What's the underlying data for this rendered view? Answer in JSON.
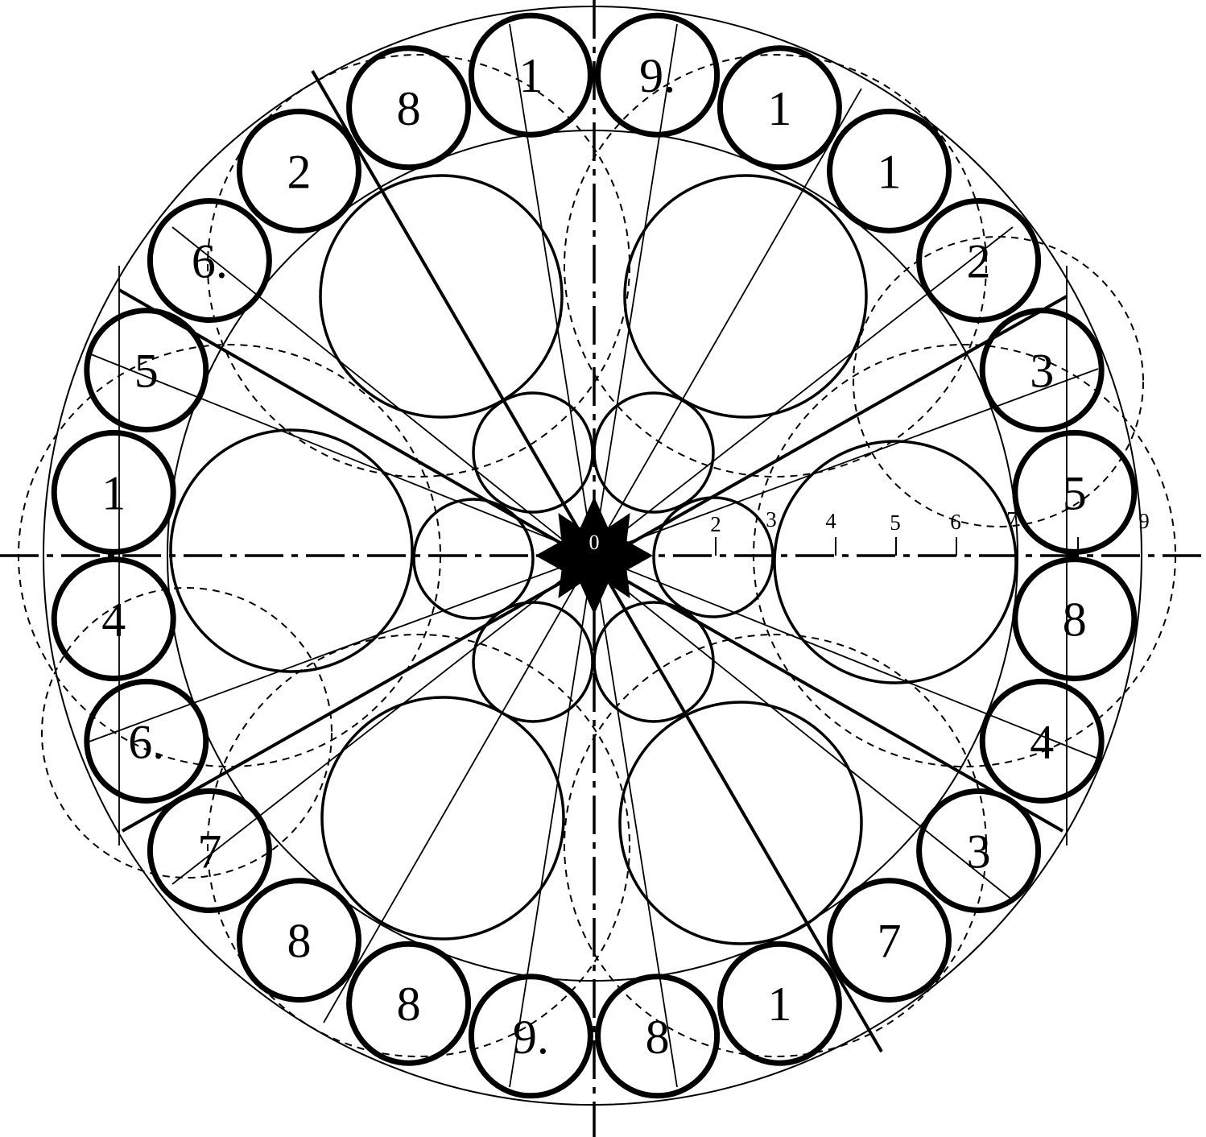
{
  "ring_numbers": [
    "9.",
    "1",
    "1",
    "2",
    "3",
    "5",
    "8",
    "4",
    "3",
    "7",
    "1",
    "8",
    "9.",
    "8",
    "8",
    "7",
    "6.",
    "4",
    "1",
    "5",
    "6.",
    "2",
    "8",
    "1"
  ],
  "scale_labels": [
    "2",
    "3",
    "4",
    "5",
    "6",
    "7",
    "9"
  ],
  "center_label": "0",
  "colors": {
    "stroke": "#000000",
    "background": "#ffffff"
  }
}
